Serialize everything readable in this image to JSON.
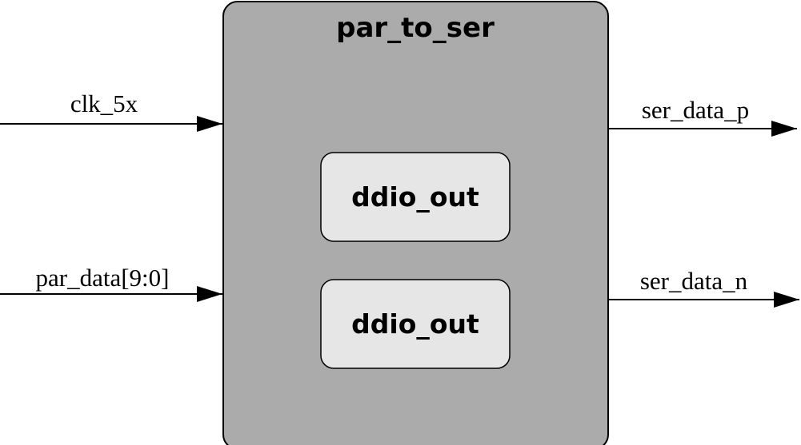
{
  "module": {
    "title": "par_to_ser",
    "fill": "#ababab",
    "submodules": [
      {
        "label": "ddio_out",
        "fill": "#e6e6e6"
      },
      {
        "label": "ddio_out",
        "fill": "#e6e6e6"
      }
    ]
  },
  "inputs": [
    {
      "label": "clk_5x"
    },
    {
      "label": "par_data[9:0]"
    }
  ],
  "outputs": [
    {
      "label": "ser_data_p"
    },
    {
      "label": "ser_data_n"
    }
  ]
}
